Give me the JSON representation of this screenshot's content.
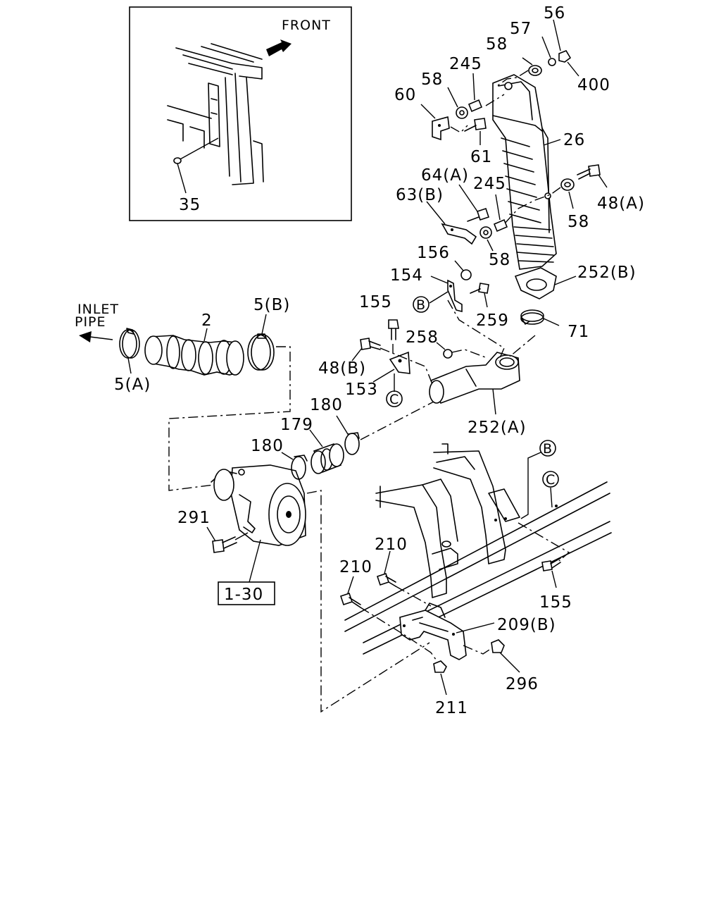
{
  "inset": {
    "front_label": "FRONT",
    "callout_35": "35"
  },
  "inlet": {
    "line1": "INLET",
    "line2": "PIPE"
  },
  "callouts": {
    "c56": "56",
    "c57": "57",
    "c58a": "58",
    "c400": "400",
    "c245a": "245",
    "c58b": "58",
    "c60": "60",
    "c61": "61",
    "c26": "26",
    "c64a": "64(A)",
    "c245b": "245",
    "c63b": "63(B)",
    "c48a": "48(A)",
    "c58c": "58",
    "c58d": "58",
    "c156": "156",
    "c154": "154",
    "c252b": "252(B)",
    "c155a": "155",
    "c259": "259",
    "c71": "71",
    "c2": "2",
    "c5b": "5(B)",
    "c5a": "5(A)",
    "c258": "258",
    "c48b": "48(B)",
    "c153": "153",
    "c252a": "252(A)",
    "c180a": "180",
    "c179": "179",
    "c180b": "180",
    "c291": "291",
    "c1_30": "1-30",
    "c210a": "210",
    "c210b": "210",
    "c209b": "209(B)",
    "c296": "296",
    "c211": "211",
    "c155b": "155"
  },
  "ref_markers": {
    "b": "B",
    "c": "C"
  }
}
